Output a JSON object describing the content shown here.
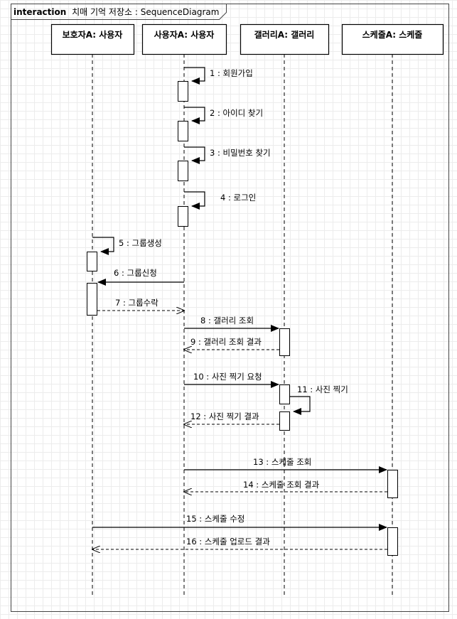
{
  "frame": {
    "keyword": "interaction",
    "title": "치매 기억 저장소 : SequenceDiagram"
  },
  "lifelines": [
    {
      "id": "guardian",
      "label": "보호자A: 사용자"
    },
    {
      "id": "user",
      "label": "사용자A: 사용자"
    },
    {
      "id": "gallery",
      "label": "갤러리A: 갤러리"
    },
    {
      "id": "schedule",
      "label": "스케줄A: 스케줄"
    }
  ],
  "messages": [
    {
      "label": "1 : 회원가입",
      "from": "user",
      "to": "user",
      "type": "self"
    },
    {
      "label": "2 : 아이디 찾기",
      "from": "user",
      "to": "user",
      "type": "self"
    },
    {
      "label": "3 : 비밀번호 찾기",
      "from": "user",
      "to": "user",
      "type": "self"
    },
    {
      "label": "4 : 로그인",
      "from": "user",
      "to": "user",
      "type": "self"
    },
    {
      "label": "5 : 그룹생성",
      "from": "guardian",
      "to": "guardian",
      "type": "self"
    },
    {
      "label": "6 : 그룹신청",
      "from": "user",
      "to": "guardian",
      "type": "sync"
    },
    {
      "label": "7 : 그룹수락",
      "from": "guardian",
      "to": "user",
      "type": "reply"
    },
    {
      "label": "8 : 갤러리 조회",
      "from": "user",
      "to": "gallery",
      "type": "sync"
    },
    {
      "label": "9 : 갤러리 조회 결과",
      "from": "gallery",
      "to": "user",
      "type": "reply"
    },
    {
      "label": "10 : 사진 찍기 요청",
      "from": "user",
      "to": "gallery",
      "type": "sync"
    },
    {
      "label": "11 : 사진 찍기",
      "from": "gallery",
      "to": "gallery",
      "type": "self"
    },
    {
      "label": "12 : 사진 찍기 결과",
      "from": "gallery",
      "to": "user",
      "type": "reply"
    },
    {
      "label": "13 : 스케줄 조회",
      "from": "user",
      "to": "schedule",
      "type": "sync"
    },
    {
      "label": "14 : 스케줄 조회 결과",
      "from": "schedule",
      "to": "user",
      "type": "reply"
    },
    {
      "label": "15 : 스케줄 수정",
      "from": "guardian",
      "to": "schedule",
      "type": "sync"
    },
    {
      "label": "16 : 스케줄 업로드 결과",
      "from": "schedule",
      "to": "guardian",
      "type": "reply"
    }
  ]
}
